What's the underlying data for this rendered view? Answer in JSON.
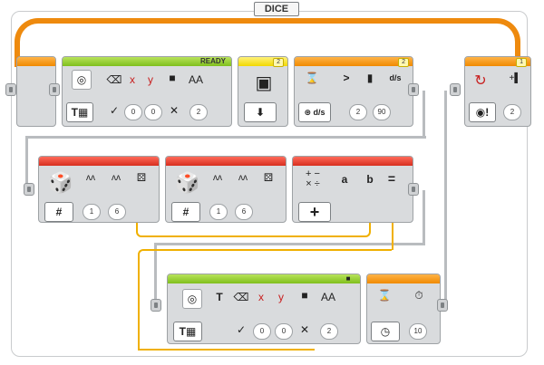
{
  "loop": {
    "label": "DICE"
  },
  "blocks": {
    "display1": {
      "mode_label": "READY",
      "params": [
        "0",
        "0",
        "2"
      ]
    },
    "wait_button": {
      "port": "2"
    },
    "wait_sensor": {
      "port": "2",
      "params": [
        "2",
        "90"
      ],
      "compare_symbol": ">",
      "unit_label": "d/s"
    },
    "motor_reset": {
      "port": "1",
      "param": "2"
    },
    "random1": {
      "params": [
        "1",
        "6"
      ],
      "mode_symbol": "#"
    },
    "random2": {
      "params": [
        "1",
        "6"
      ],
      "mode_symbol": "#"
    },
    "math": {
      "labels": [
        "a",
        "b",
        "="
      ],
      "op_symbol": "+"
    },
    "display2": {
      "params": [
        "0",
        "0",
        "2"
      ],
      "text_mode": "T"
    },
    "wait_time": {
      "param": "10"
    }
  }
}
